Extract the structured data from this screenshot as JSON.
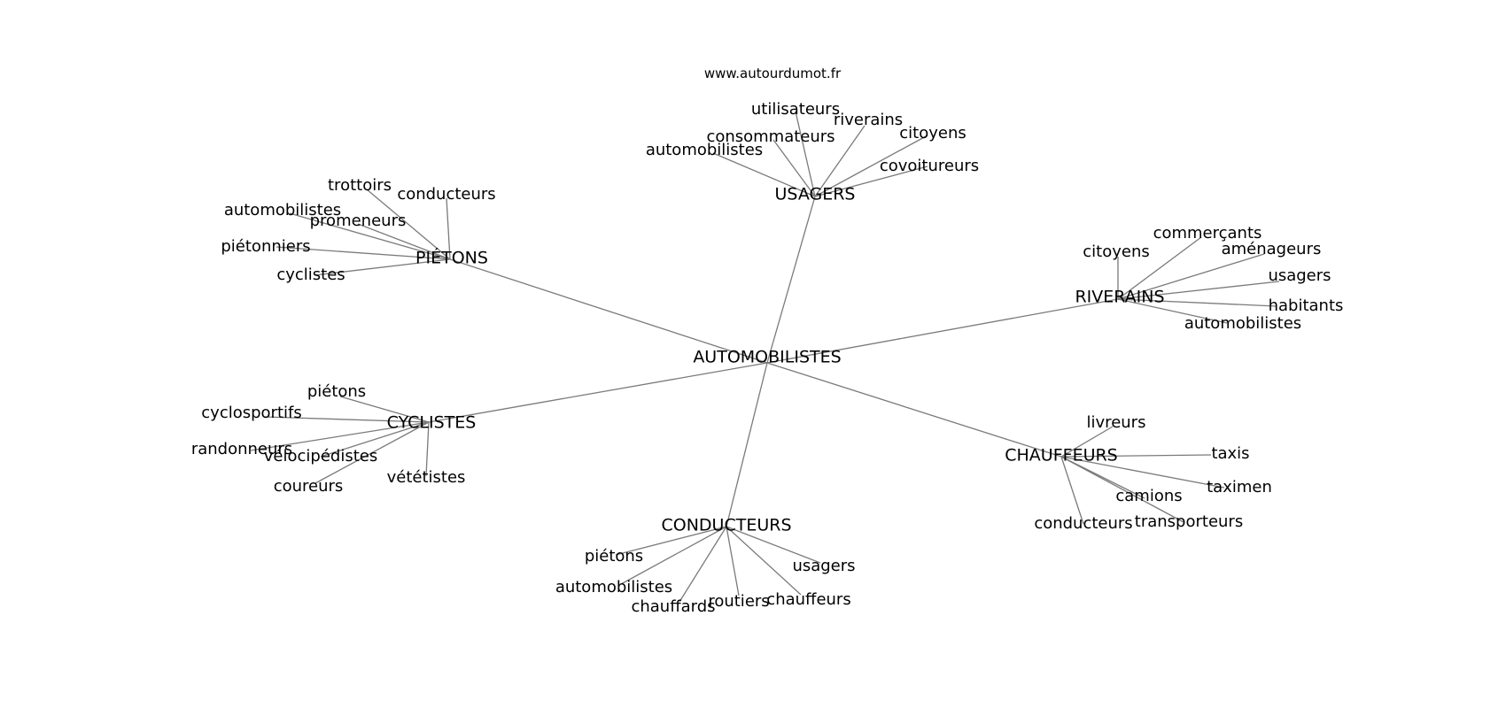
{
  "source": "www.autourdumot.fr",
  "root": "AUTOMOBILISTES",
  "clusters": [
    {
      "id": "usagers",
      "label": "USAGERS",
      "leaves": [
        "utilisateurs",
        "riverains",
        "citoyens",
        "consommateurs",
        "automobilistes",
        "covoitureurs"
      ]
    },
    {
      "id": "pietons",
      "label": "PIÉTONS",
      "leaves": [
        "trottoirs",
        "conducteurs",
        "automobilistes",
        "promeneurs",
        "piétonniers",
        "cyclistes"
      ]
    },
    {
      "id": "riverains",
      "label": "RIVERAINS",
      "leaves": [
        "commerçants",
        "citoyens",
        "aménageurs",
        "usagers",
        "habitants",
        "automobilistes"
      ]
    },
    {
      "id": "cyclistes",
      "label": "CYCLISTES",
      "leaves": [
        "piétons",
        "cyclosportifs",
        "randonneurs",
        "vélocipédistes",
        "vététistes",
        "coureurs"
      ]
    },
    {
      "id": "chauffeurs",
      "label": "CHAUFFEURS",
      "leaves": [
        "livreurs",
        "taxis",
        "taximen",
        "camions",
        "transporteurs",
        "conducteurs"
      ]
    },
    {
      "id": "conducteurs",
      "label": "CONDUCTEURS",
      "leaves": [
        "piétons",
        "automobilistes",
        "chauffards",
        "routiers",
        "chauffeurs",
        "usagers"
      ]
    }
  ]
}
